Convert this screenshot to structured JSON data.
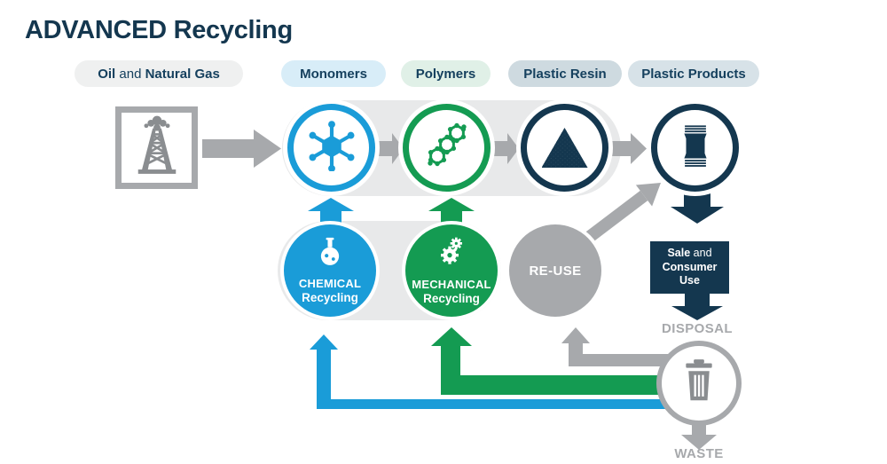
{
  "title": {
    "emphasis": "ADVANCED",
    "rest": "Recycling"
  },
  "stages": {
    "oil": {
      "bold1": "Oil",
      "connector": " and ",
      "bold2": "Natural Gas"
    },
    "monomers": "Monomers",
    "polymers": "Polymers",
    "plastic_resin": "Plastic Resin",
    "plastic_products": "Plastic Products"
  },
  "processes": {
    "chemical": {
      "line1": "CHEMICAL",
      "line2": "Recycling"
    },
    "mechanical": {
      "line1": "MECHANICAL",
      "line2": "Recycling"
    },
    "reuse": "RE-USE"
  },
  "sale_box": {
    "bold1": "Sale",
    "connector": " and",
    "line2": "Consumer",
    "line3": "Use"
  },
  "endpoints": {
    "disposal": "DISPOSAL",
    "waste": "WASTE"
  },
  "icons": {
    "oil_source": "oil-derrick-icon",
    "monomers": "molecule-icon",
    "polymers": "polymer-chain-icon",
    "plastic_resin": "resin-pellets-icon",
    "plastic_products": "packaged-product-icon",
    "chemical": "flask-icon",
    "mechanical": "gears-icon",
    "waste": "trash-bin-icon"
  },
  "colors": {
    "navy": "#14374F",
    "blue": "#1A9CD8",
    "green": "#149B52",
    "gray": "#A7A9AC",
    "band_gray": "#E8E9EA"
  }
}
